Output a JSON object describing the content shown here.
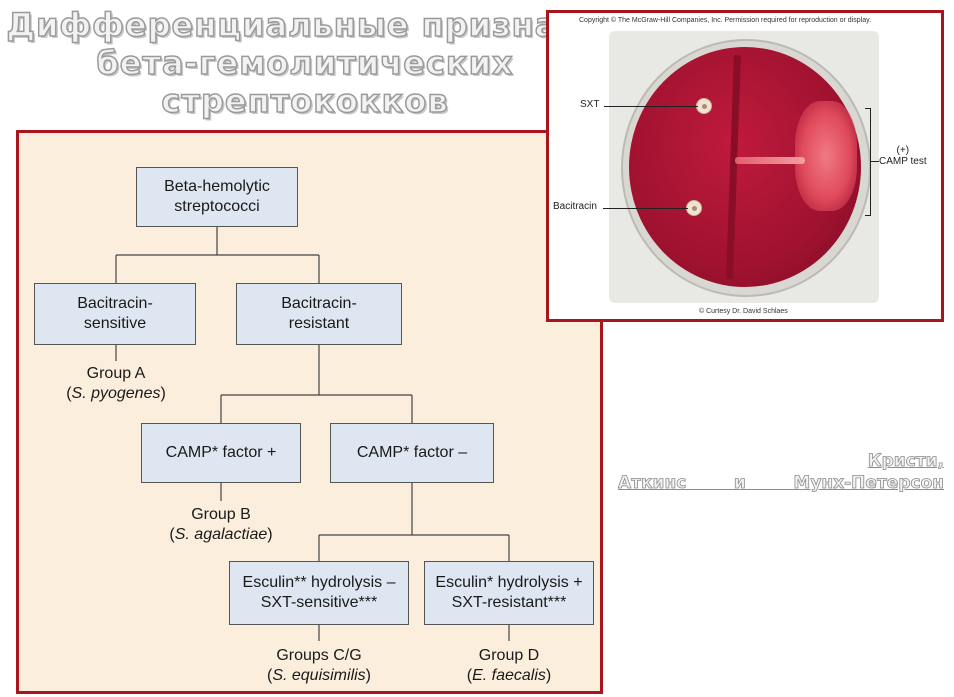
{
  "title": {
    "line1": "Дифференциальные признаки",
    "line2": "бета-гемолитических",
    "line3": "стрептококков"
  },
  "flowchart": {
    "root": {
      "line1": "Beta-hemolytic",
      "line2": "streptococci"
    },
    "bac_sensitive": {
      "line1": "Bacitracin-",
      "line2": "sensitive"
    },
    "bac_resistant": {
      "line1": "Bacitracin-",
      "line2": "resistant"
    },
    "group_a": {
      "line1": "Group A",
      "open": "(",
      "species": "S. pyogenes",
      "close": ")"
    },
    "camp_pos": {
      "line1": "CAMP* factor +"
    },
    "camp_neg": {
      "line1": "CAMP* factor –"
    },
    "group_b": {
      "line1": "Group B",
      "open": "(",
      "species": "S. agalactiae",
      "close": ")"
    },
    "esc_neg": {
      "line1": "Esculin** hydrolysis –",
      "line2": "SXT-sensitive***"
    },
    "esc_pos": {
      "line1": "Esculin* hydrolysis +",
      "line2": "SXT-resistant***"
    },
    "group_cg": {
      "line1": "Groups C/G",
      "open": "(",
      "species": "S. equisimilis",
      "close": ")"
    },
    "group_d": {
      "line1": "Group D",
      "open": "(",
      "species": "E. faecalis",
      "close": ")"
    }
  },
  "photo": {
    "copyright": "Copyright © The McGraw-Hill Companies, Inc. Permission required for reproduction or display.",
    "courtesy": "© Curtesy Dr. David Schlaes",
    "label_sxt": "SXT",
    "label_bacitracin": "Bacitracin",
    "camp_sign": "(+)",
    "camp_text": "CAMP test"
  },
  "authors": {
    "line1": "Кристи,",
    "line2": "Аткинс и Мунх-Петерсон"
  },
  "colors": {
    "frame": "#a8151c",
    "panel_bg": "#fbeedd",
    "node_bg": "#dde6f1",
    "agar": "#a01230"
  }
}
